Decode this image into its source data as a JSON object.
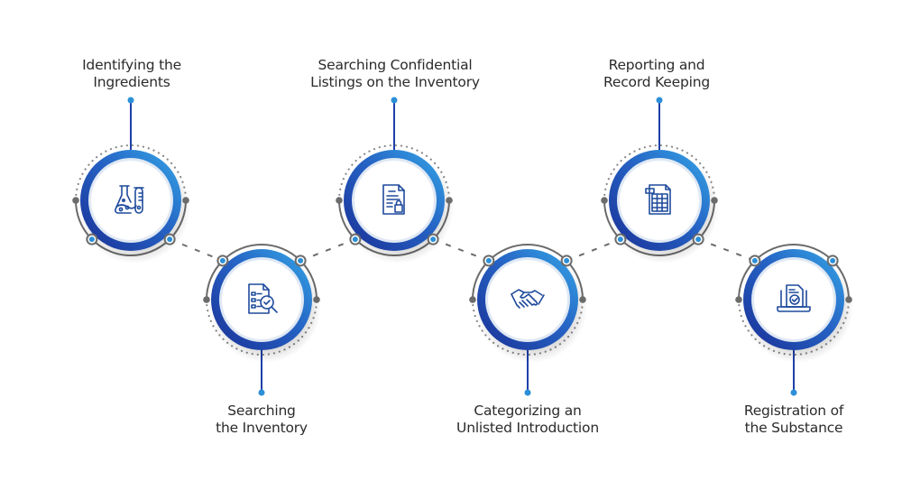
{
  "title": "Substance registration process",
  "colors": {
    "ring_dark": "#1e3fa8",
    "ring_light": "#2f9be0",
    "accent_dot": "#2c8fd8",
    "gray": "#6b6b6b",
    "icon": "#1f4a9c",
    "text": "#2b2b2b"
  },
  "steps": [
    {
      "id": 1,
      "label_line1": "Identifying the",
      "label_line2": "Ingredients",
      "icon": "lab-flask-icon",
      "position": "top"
    },
    {
      "id": 2,
      "label_line1": "Searching",
      "label_line2": "the Inventory",
      "icon": "document-search-icon",
      "position": "bottom"
    },
    {
      "id": 3,
      "label_line1": "Searching Confidential",
      "label_line2": "Listings on the Inventory",
      "icon": "locked-document-icon",
      "position": "top"
    },
    {
      "id": 4,
      "label_line1": "Categorizing an",
      "label_line2": "Unlisted Introduction",
      "icon": "handshake-icon",
      "position": "bottom"
    },
    {
      "id": 5,
      "label_line1": "Reporting and",
      "label_line2": "Record Keeping",
      "icon": "spreadsheet-report-icon",
      "position": "top"
    },
    {
      "id": 6,
      "label_line1": "Registration of",
      "label_line2": "the Substance",
      "icon": "laptop-approved-document-icon",
      "position": "bottom"
    }
  ]
}
